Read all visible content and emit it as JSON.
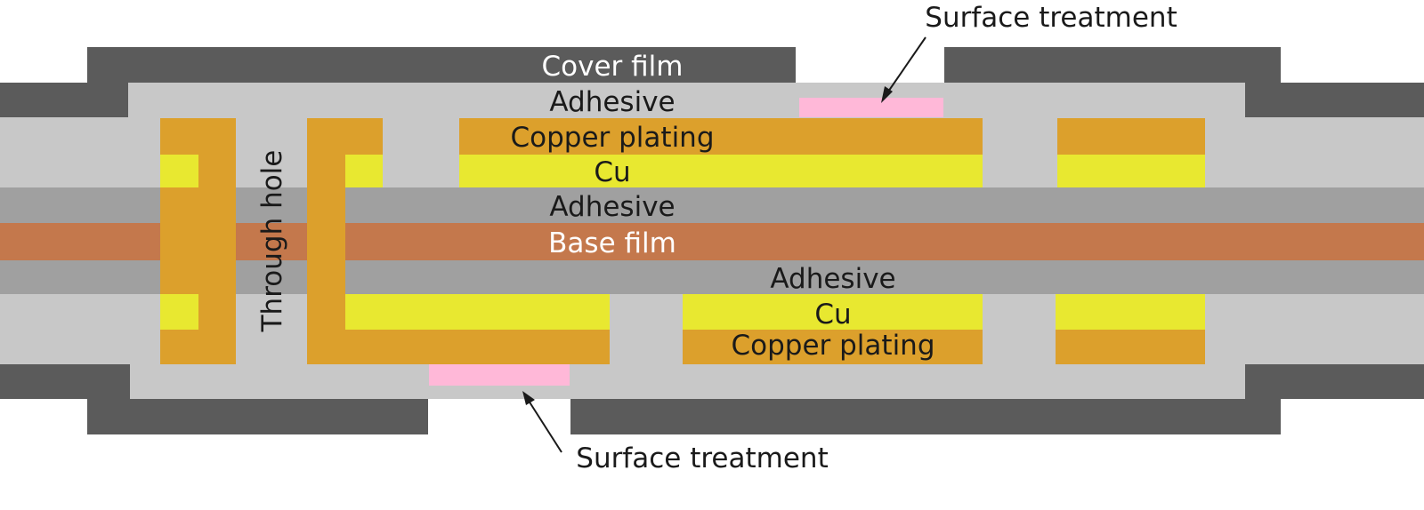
{
  "colors": {
    "cover_film": "#5b5b5b",
    "adhesive_outer": "#c8c8c8",
    "adhesive_inner": "#a0a0a0",
    "base_film": "#c4784c",
    "copper": "#e8e830",
    "copper_plating": "#dca02c",
    "surface_treatment": "#ffb8d8",
    "arrow": "#1a1a1a"
  },
  "labels": {
    "cover_film": "Cover film",
    "adhesive_top": "Adhesive",
    "copper_plating_top": "Copper plating",
    "cu_top": "Cu",
    "adhesive_mid_top": "Adhesive",
    "base_film": "Base film",
    "adhesive_mid_bottom": "Adhesive",
    "cu_bottom": "Cu",
    "copper_plating_bottom": "Copper plating",
    "through_hole": "Through hole",
    "surface_treatment_top": "Surface treatment",
    "surface_treatment_bottom": "Surface treatment"
  }
}
